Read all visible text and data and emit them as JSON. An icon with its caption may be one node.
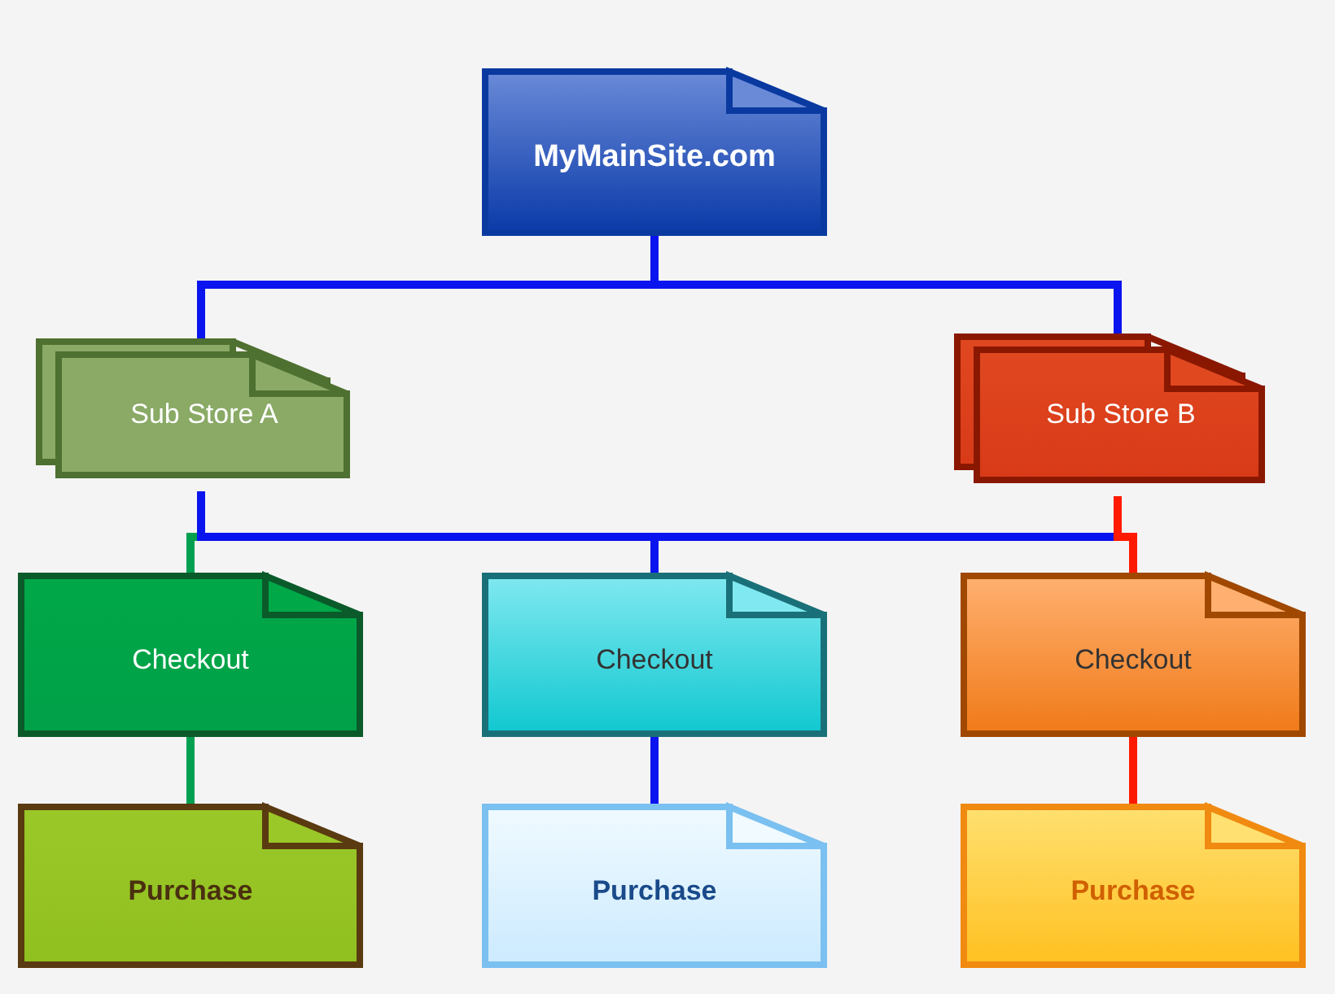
{
  "diagram": {
    "nodes": [
      {
        "text": [
          "MyMainSite.com"
        ]
      },
      {
        "text": [
          "Sub Store A"
        ]
      },
      {
        "text": [
          "Sub Store B"
        ]
      },
      {
        "text": [
          "Checkout"
        ]
      },
      {
        "text": [
          "Checkout"
        ]
      },
      {
        "text": [
          "Checkout"
        ]
      },
      {
        "text": [
          "Purchase"
        ]
      },
      {
        "text": [
          "Purchase"
        ]
      },
      {
        "text": [
          "Purchase"
        ]
      }
    ],
    "edges": [
      {
        "from": 0,
        "to": 1,
        "arrow": "none"
      },
      {
        "from": 0,
        "to": 2,
        "arrow": "none"
      },
      {
        "from": 1,
        "to": 3,
        "arrow": "none",
        "color": "#00a050"
      },
      {
        "from": 1,
        "to": 4,
        "arrow": "none"
      },
      {
        "from": 2,
        "to": 4,
        "arrow": "none"
      },
      {
        "from": 2,
        "to": 5,
        "arrow": "none",
        "color": "#ff1a00"
      },
      {
        "from": 3,
        "to": 6,
        "arrow": "none",
        "color": "#00a050"
      },
      {
        "from": 4,
        "to": 7,
        "arrow": "none"
      },
      {
        "from": 5,
        "to": 8,
        "arrow": "none",
        "color": "#ff1a00"
      }
    ]
  }
}
